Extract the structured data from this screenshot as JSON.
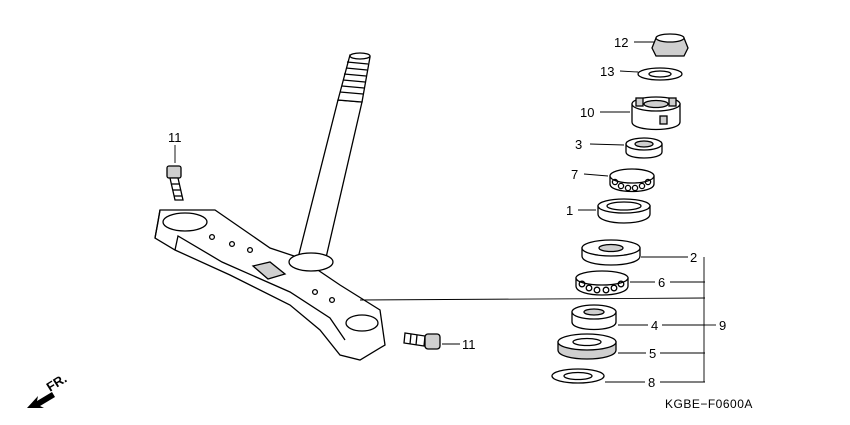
{
  "diagram": {
    "part_code": "KGBE−F0600A",
    "direction_label": "FR.",
    "callouts": {
      "stem_bolt_top": "11",
      "stem_bolt_bottom": "11",
      "stem_nut": "12",
      "washer_top": "13",
      "lock_nut": "10",
      "upper_cone_race": "3",
      "upper_bearing": "7",
      "upper_ball_race": "1",
      "lower_ball_race": "2",
      "lower_bearing": "6",
      "lower_cone_race": "4",
      "dust_seal": "5",
      "dust_seal_washer": "8",
      "bearing_set": "9"
    }
  }
}
